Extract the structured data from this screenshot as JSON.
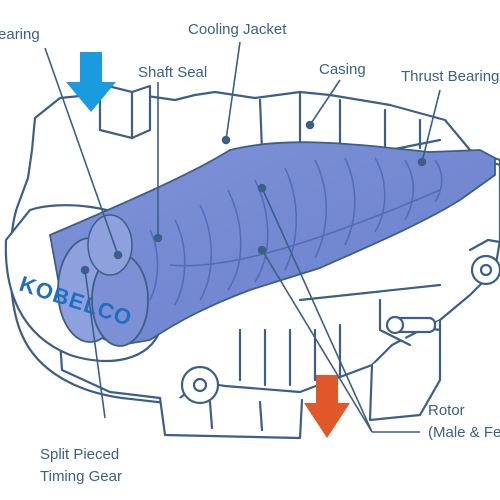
{
  "labels": {
    "bearing": "Bearing",
    "cooling_jacket": "Cooling Jacket",
    "shaft_seal": "Shaft Seal",
    "casing": "Casing",
    "thrust_bearing": "Thrust Bearing",
    "rotor": "Rotor",
    "rotor_sub": "(Male & Female)",
    "timing_gear_1": "Split Pieced",
    "timing_gear_2": "Timing Gear"
  },
  "logo": "KOBELCO",
  "icons": {
    "inlet_arrow": "down-arrow-icon",
    "outlet_arrow": "down-arrow-icon"
  },
  "colors": {
    "outline": "#3b5f86",
    "rotor_fill": "#8296d8",
    "inlet_arrow": "#1a9be0",
    "outlet_arrow": "#e0582a",
    "label_text": "#3b5f86"
  }
}
